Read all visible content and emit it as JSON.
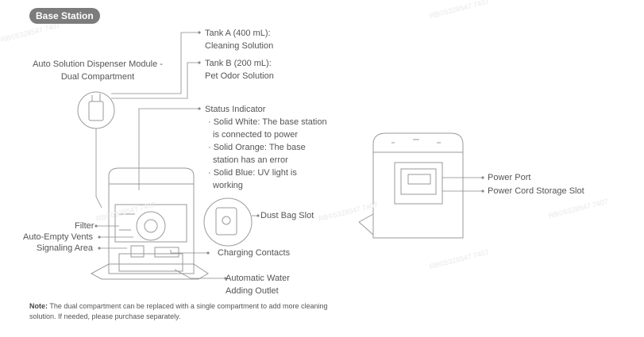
{
  "badge": "Base Station",
  "labels": {
    "tank_a": [
      "Tank A (400 mL):",
      "Cleaning Solution"
    ],
    "tank_b": [
      "Tank B (200 mL):",
      "Pet Odor Solution"
    ],
    "dispenser": [
      "Auto Solution Dispenser Module -",
      "Dual Compartment"
    ],
    "status_title": "Status Indicator",
    "status_lines": [
      "· Solid White: The base station",
      "  is connected to power",
      "· Solid Orange: The base",
      "  station has an error",
      "· Solid Blue: UV light is",
      "  working"
    ],
    "filter": "Filter",
    "auto_empty": "Auto-Empty Vents",
    "signaling": "Signaling Area",
    "dust_bag": "Dust Bag Slot",
    "charging": "Charging Contacts",
    "water": [
      "Automatic Water",
      "Adding Outlet"
    ],
    "power_port": "Power Port",
    "cord_storage": "Power Cord Storage Slot"
  },
  "note": {
    "prefix": "Note:",
    "text": " The dual compartment can be replaced with a single compartment to add more cleaning solution. If needed, please purchase separately."
  },
  "watermark": "RB©5328547 7407"
}
